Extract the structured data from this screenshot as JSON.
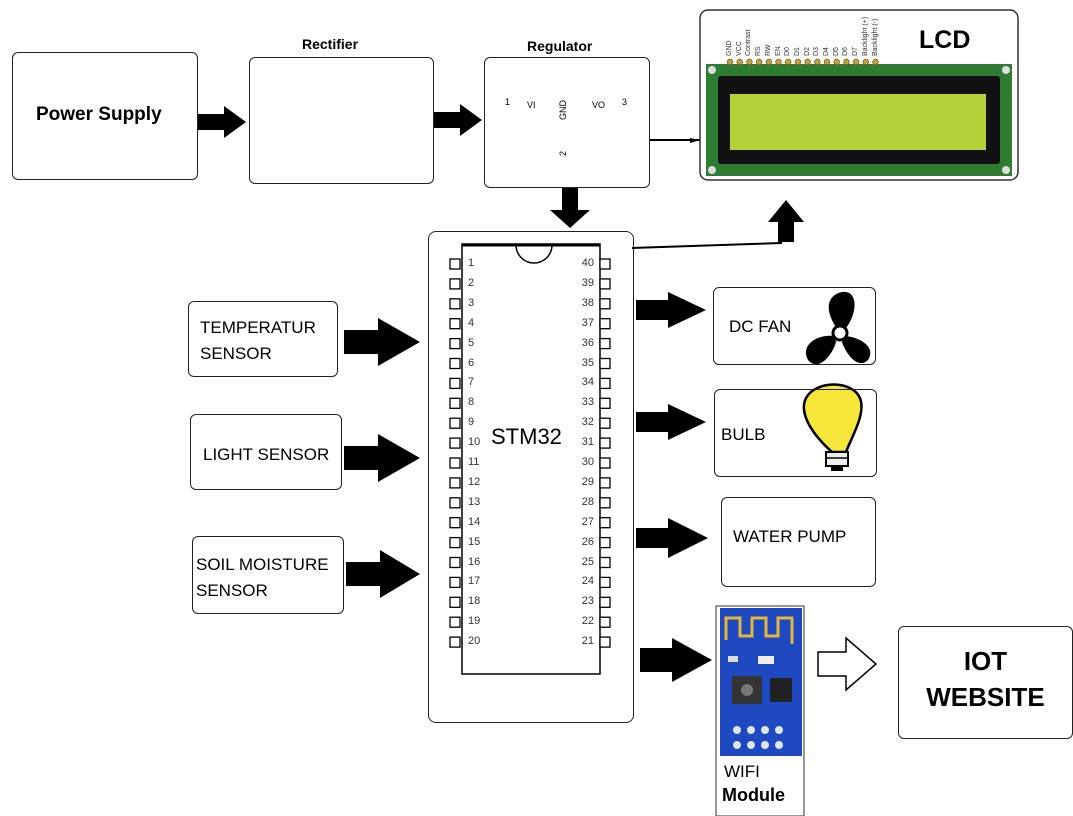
{
  "blocks": {
    "power_supply": "Power Supply",
    "rectifier": "Rectifier",
    "regulator": "Regulator",
    "lcd": "LCD",
    "mcu": "STM32",
    "temp_line1": "TEMPERATUR",
    "temp_line2": "SENSOR",
    "light": "LIGHT SENSOR",
    "soil_line1": "SOIL MOISTURE",
    "soil_line2": "SENSOR",
    "fan": "DC FAN",
    "bulb": "BULB",
    "pump": "WATER PUMP",
    "wifi_line1": "WIFI",
    "wifi_line2": "Module",
    "iot_line1": "IOT",
    "iot_line2": "WEBSITE"
  },
  "regulator_pins": {
    "vi": "VI",
    "vo": "VO",
    "gnd": "GND",
    "p1": "1",
    "p2": "2",
    "p3": "3"
  },
  "lcd_pins": [
    "GND",
    "VCC",
    "Contrast",
    "RS",
    "RW",
    "EN",
    "D0",
    "D1",
    "D2",
    "D3",
    "D4",
    "D5",
    "D6",
    "D7",
    "Backlight (+)",
    "Backlight (-)"
  ],
  "chip_left_pins": [
    "1",
    "2",
    "3",
    "4",
    "5",
    "6",
    "7",
    "8",
    "9",
    "10",
    "11",
    "12",
    "13",
    "14",
    "15",
    "16",
    "17",
    "18",
    "19",
    "20"
  ],
  "chip_right_pins": [
    "40",
    "39",
    "38",
    "37",
    "36",
    "35",
    "34",
    "33",
    "32",
    "31",
    "30",
    "29",
    "28",
    "27",
    "26",
    "25",
    "24",
    "23",
    "22",
    "21"
  ],
  "colors": {
    "lcd_board": "#2e7d32",
    "lcd_screen": "#b5d13a",
    "bulb": "#f7e63a",
    "wifi_board": "#1e49c0"
  }
}
